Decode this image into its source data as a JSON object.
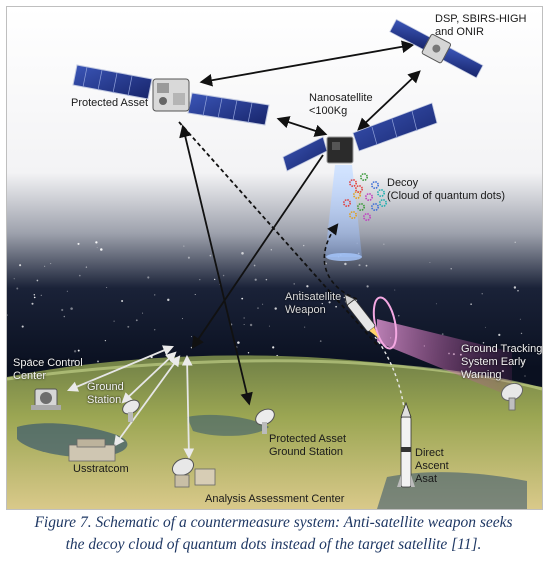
{
  "labels": {
    "protected_asset": "Protected Asset",
    "dsp": "DSP, SBIRS-HIGH\nand ONIR",
    "nanosatellite": "Nanosatellite\n<100Kg",
    "decoy": "Decoy\n(Cloud of quantum dots)",
    "antisatellite": "Antisatellite\nWeapon",
    "ground_tracking": "Ground Tracking\nSystem Early\nWarning",
    "space_control": "Space Control\nCenter",
    "ground_station": "Ground\nStation",
    "protected_asset_ground": "Protected Asset\nGround Station",
    "usstratcom": "Usstratcom",
    "direct_ascent": "Direct\nAscent\nAsat",
    "analysis": "Analysis Assessment Center"
  },
  "caption": {
    "line1": "Figure 7. Schematic of a countermeasure system: Anti-satellite weapon seeks",
    "line2": "the decoy cloud of quantum dots instead of the target satellite [11]."
  },
  "colors": {
    "sky_top": "#ffffff",
    "sky_dark": "#0c1428",
    "ground": "#8c9a4a",
    "solar_panel": "#2a3f8f",
    "beam": "#a8c8ff",
    "tracking_beam": "#e080c0",
    "caption": "#1f3864"
  },
  "icons": [
    "satellite-icon",
    "nanosatellite-icon",
    "quantum-dot-icon",
    "missile-icon",
    "rocket-icon",
    "radar-dish-icon",
    "building-icon"
  ]
}
